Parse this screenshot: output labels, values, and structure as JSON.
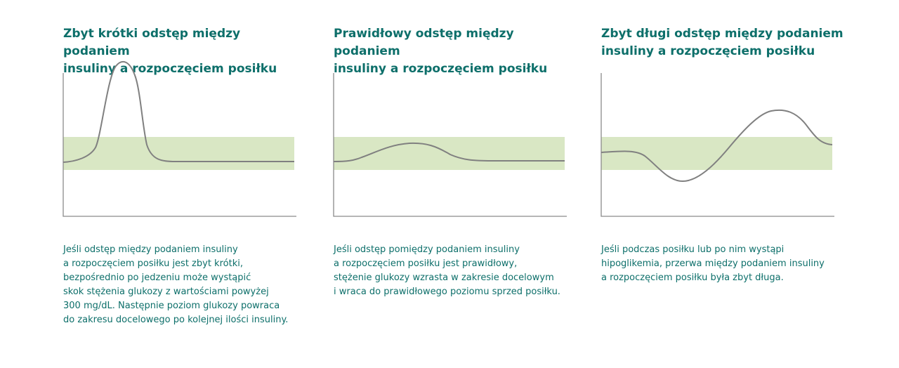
{
  "colors": {
    "heading": "#0d6f6a",
    "text": "#0d6f6a",
    "target_band": "#d9e7c4",
    "curve": "#8a8a8a",
    "axis": "#8a8a8a"
  },
  "panels": [
    {
      "title": "Zbyt krótki odstęp między podaniem\ninsuliny a rozpoczęciem posiłku",
      "description": "Jeśli odstęp między podaniem insuliny\na rozpoczęciem posiłku jest zbyt krótki,\nbezpośrednio po jedzeniu może wystąpić\nskok stężenia glukozy z wartościami powyżej\n300 mg/dL. Następnie poziom glukozy powraca\ndo zakresu docelowego po kolejnej ilości insuliny."
    },
    {
      "title": "Prawidłowy odstęp między podaniem\ninsuliny a rozpoczęciem posiłku",
      "description": "Jeśli odstęp pomiędzy podaniem insuliny\na rozpoczęciem posiłku jest prawidłowy,\nstężenie glukozy wzrasta w zakresie docelowym\ni wraca do prawidłowego poziomu sprzed posiłku."
    },
    {
      "title": "Zbyt długi odstęp między podaniem\ninsuliny a rozpoczęciem posiłku",
      "description": "Jeśli podczas posiłku lub po nim wystąpi\nhipoglikemia, przerwa między podaniem insuliny\na rozpoczęciem posiłku była zbyt długa."
    }
  ]
}
